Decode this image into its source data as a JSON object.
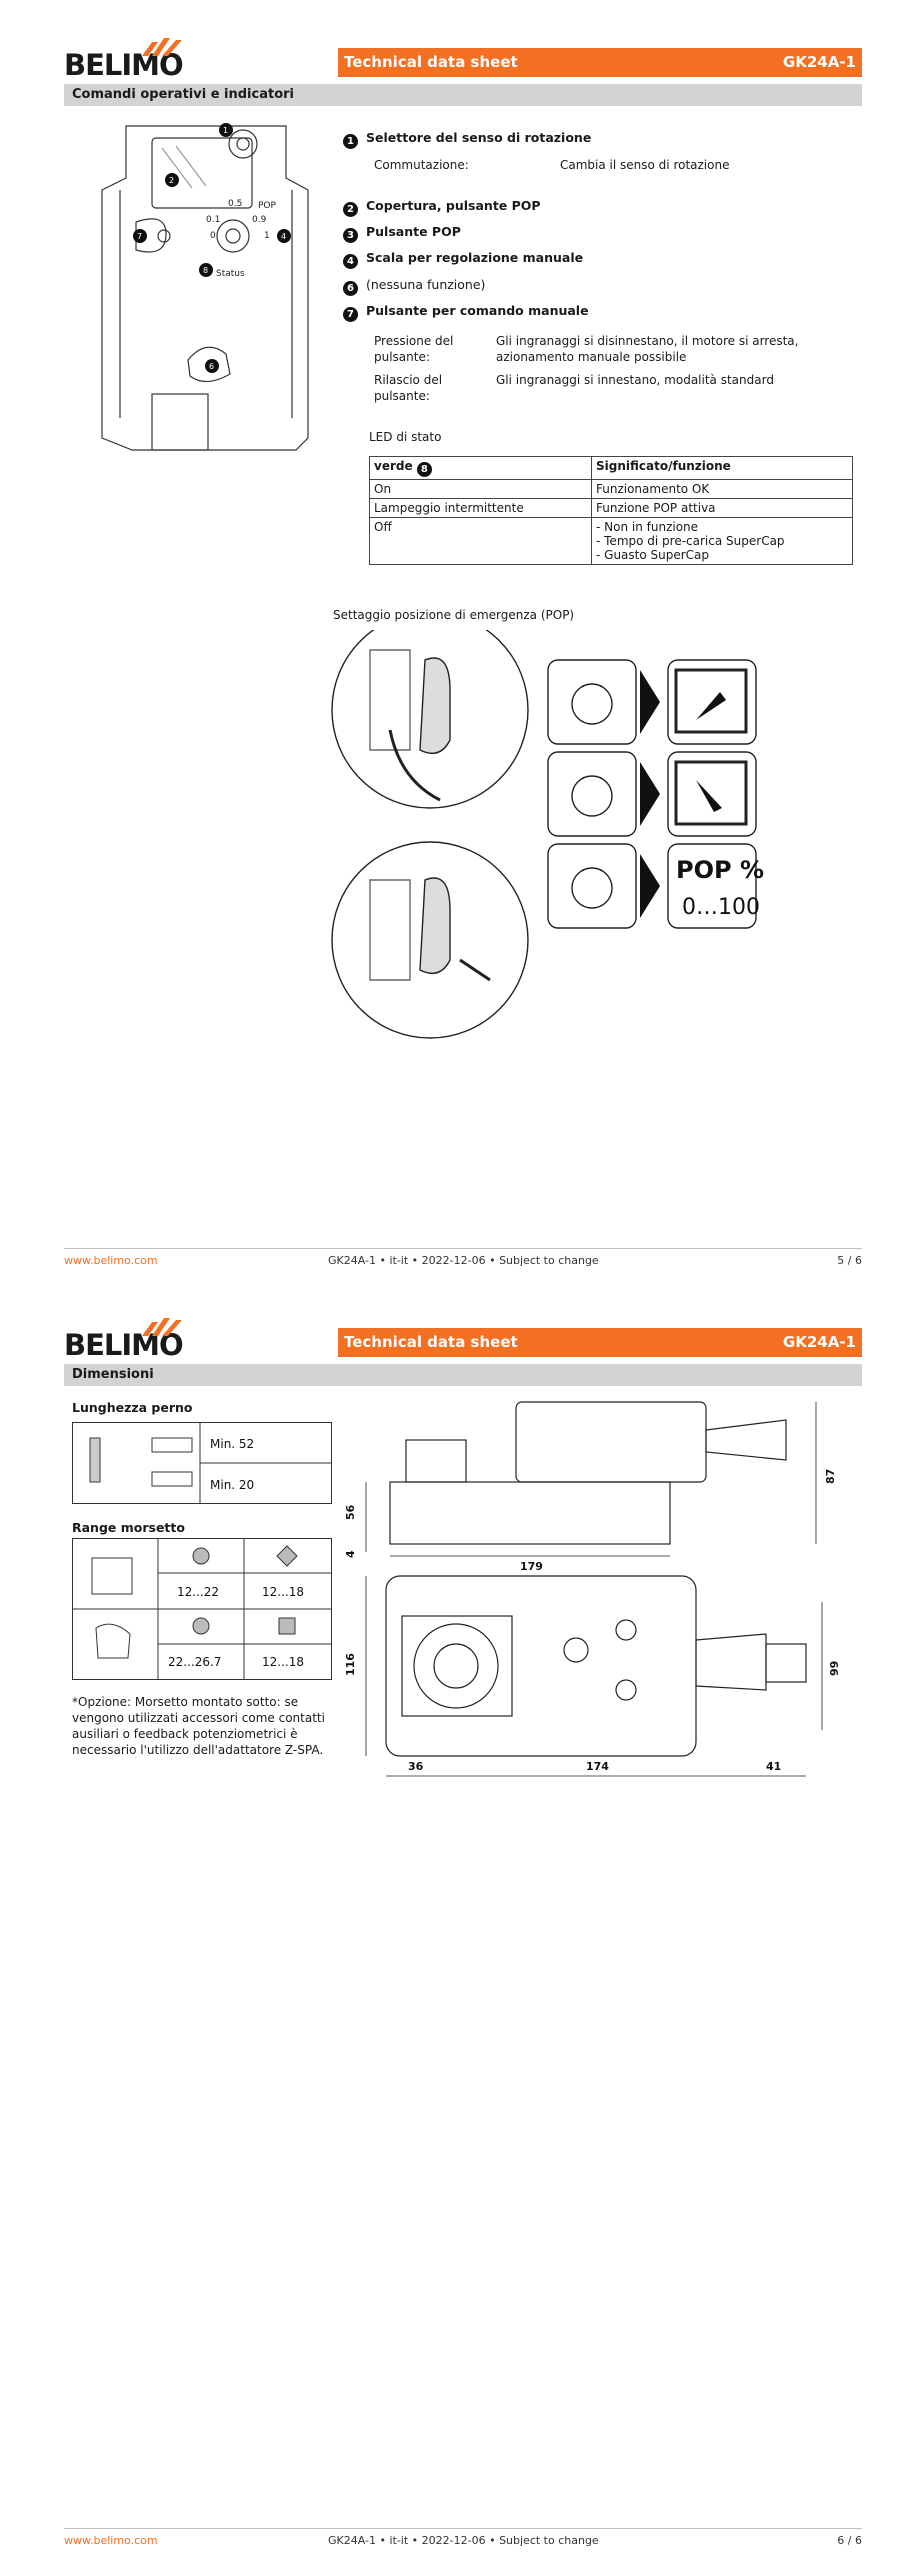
{
  "brand": {
    "name": "BELIMO",
    "color": "#f36f21"
  },
  "header": {
    "doc_type": "Technical data sheet",
    "model": "GK24A-1"
  },
  "page1": {
    "section_title": "Comandi operativi e indicatori",
    "items": [
      {
        "num": "1",
        "label": "Selettore del senso di rotazione"
      },
      {
        "num": "2",
        "label": "Copertura, pulsante POP"
      },
      {
        "num": "3",
        "label": "Pulsante POP"
      },
      {
        "num": "4",
        "label": "Scala per regolazione manuale"
      },
      {
        "num": "6",
        "label": "(nessuna funzione)"
      },
      {
        "num": "7",
        "label": "Pulsante per comando manuale"
      }
    ],
    "switch_row": {
      "label": "Commutazione:",
      "value": "Cambia il senso di rotazione"
    },
    "press": {
      "label": "Pressione del pulsante:",
      "value": "Gli ingranaggi si disinnestano, il motore si arresta, azionamento manuale possibile"
    },
    "release": {
      "label": "Rilascio del pulsante:",
      "value": "Gli ingranaggi si innestano, modalità standard"
    },
    "led_title": "LED di stato",
    "led_table": {
      "headers": [
        "verde",
        "Significato/funzione"
      ],
      "header_num": "8",
      "rows": [
        [
          "On",
          "Funzionamento OK"
        ],
        [
          "Lampeggio intermittente",
          "Funzione POP attiva"
        ],
        [
          "Off",
          "- Non in funzione\n- Tempo di pre-carica SuperCap\n- Guasto SuperCap"
        ]
      ]
    },
    "pop_title": "Settaggio posizione di emergenza (POP)",
    "diagram_labels": {
      "pop": "POP",
      "status": "Status",
      "scale": [
        "0.1",
        "0.5",
        "0.9",
        "0",
        "1"
      ]
    },
    "pop_panel": {
      "line1": "POP %",
      "line2": "0…100"
    }
  },
  "page2": {
    "section_title": "Dimensioni",
    "shaft_title": "Lunghezza perno",
    "shaft_rows": [
      "Min. 52",
      "Min. 20"
    ],
    "clamp_title": "Range morsetto",
    "clamp_rows": [
      [
        "12...22",
        "12...18"
      ],
      [
        "22...26.7",
        "12...18"
      ]
    ],
    "note": "*Opzione: Morsetto montato sotto: se vengono utilizzati accessori come contatti ausiliari o feedback potenziometrici è necessario l'utilizzo dell'adattatore Z-SPA.",
    "dims": {
      "height_left": "56",
      "height_right": "87",
      "base": "4",
      "length": "179",
      "side": "116",
      "side_right": "99",
      "b1": "36",
      "b2": "174",
      "b3": "41"
    }
  },
  "footer": {
    "url": "www.belimo.com",
    "info": "GK24A-1 • it-it • 2022-12-06 • Subject to change",
    "page1": "5 / 6",
    "page2": "6 / 6"
  }
}
